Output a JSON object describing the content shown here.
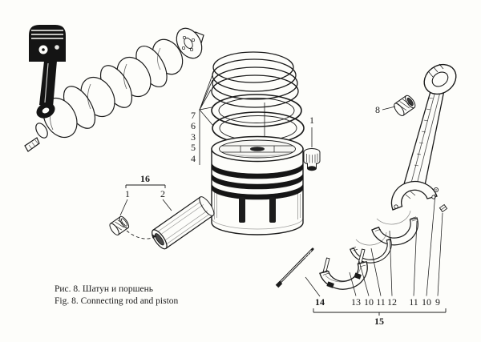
{
  "figure": {
    "caption_ru": "Рис. 8. Шатун и поршень",
    "caption_en": "Fig. 8. Connecting rod and piston",
    "ink_color": "#1b1b1b",
    "paper_color": "#fdfdfa"
  },
  "callouts": {
    "ring_labels": [
      {
        "label": "7"
      },
      {
        "label": "6"
      },
      {
        "label": "3"
      },
      {
        "label": "5"
      },
      {
        "label": "4"
      }
    ],
    "plug_label": "1",
    "pin_group_label": "16",
    "pin_plug_label": "1",
    "pin_label": "2",
    "bushing_label": "8",
    "long_bolt_label": "14",
    "bottom_labels": [
      {
        "label": "13"
      },
      {
        "label": "10"
      },
      {
        "label": "11"
      },
      {
        "label": "12"
      },
      {
        "label": "11"
      },
      {
        "label": "10"
      },
      {
        "label": "9"
      }
    ],
    "assembly_label": "15"
  }
}
